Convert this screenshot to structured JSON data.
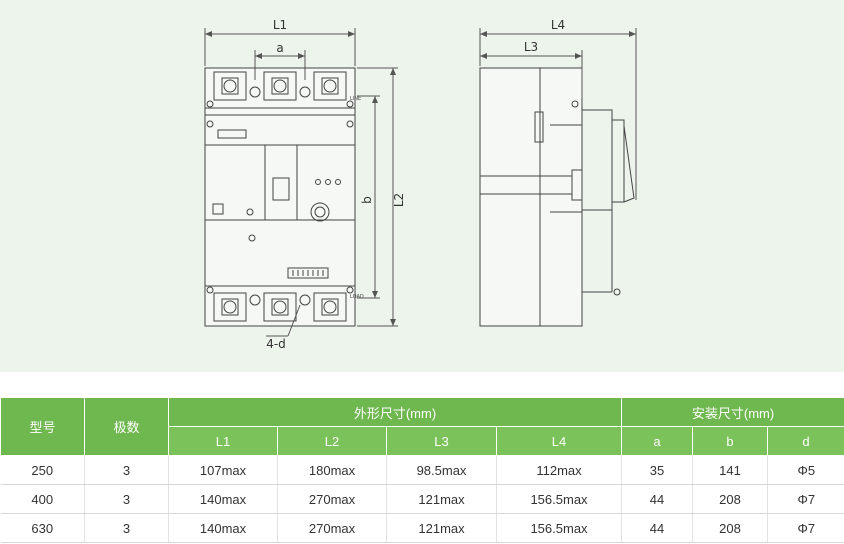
{
  "drawing": {
    "labels": {
      "L1": "L1",
      "L2": "L2",
      "L3": "L3",
      "L4": "L4",
      "a": "a",
      "b": "b",
      "d": "4-d",
      "line": "LINE",
      "load": "LOAD"
    }
  },
  "table": {
    "headers": {
      "model": "型号",
      "poles": "极数",
      "outline_group": "外形尺寸(mm)",
      "install_group": "安装尺寸(mm)",
      "sub": [
        "L1",
        "L2",
        "L3",
        "L4",
        "a",
        "b",
        "d"
      ]
    },
    "rows": [
      [
        "250",
        "3",
        "107max",
        "180max",
        "98.5max",
        "112max",
        "35",
        "141",
        "Φ5"
      ],
      [
        "400",
        "3",
        "140max",
        "270max",
        "121max",
        "156.5max",
        "44",
        "208",
        "Φ7"
      ],
      [
        "630",
        "3",
        "140max",
        "270max",
        "121max",
        "156.5max",
        "44",
        "208",
        "Φ7"
      ]
    ]
  },
  "colors": {
    "header_green": "#6fb84f",
    "subheader_green": "#7cc25a",
    "drawing_bg": "#edf4ec"
  }
}
